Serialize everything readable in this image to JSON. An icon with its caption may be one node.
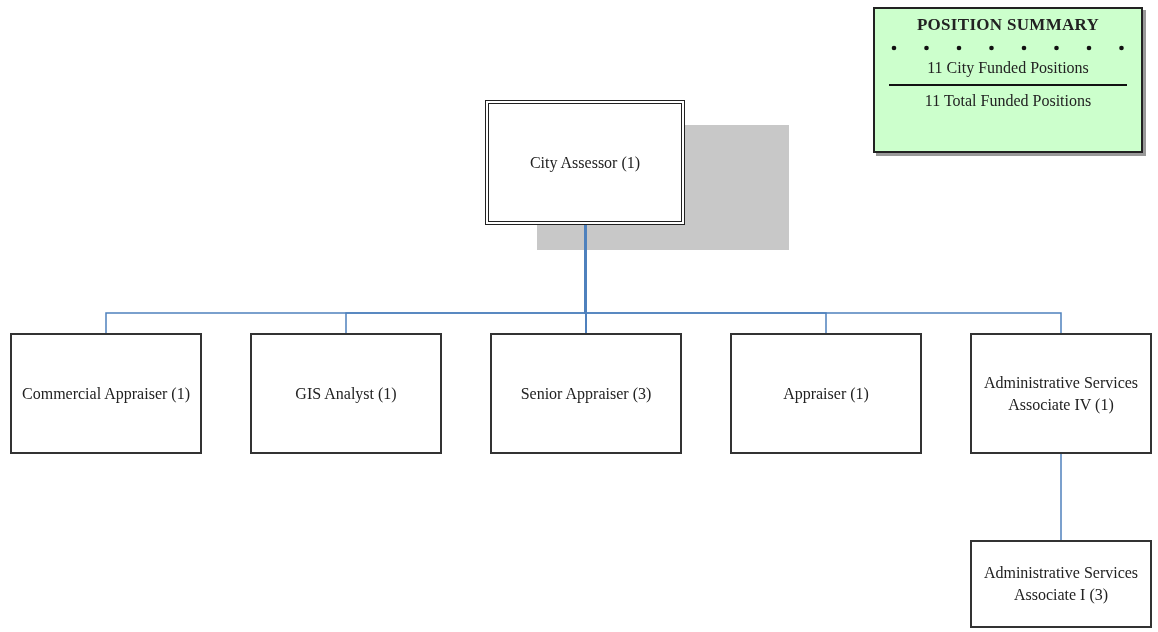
{
  "diagram": {
    "nodes": [
      {
        "text": [
          "POSITION SUMMARY",
          "11 City Funded Positions",
          "11 Total Funded Positions"
        ]
      },
      {
        "text": [
          "City Assessor (1)"
        ]
      },
      {
        "text": [
          "Commercial Appraiser (1)"
        ]
      },
      {
        "text": [
          "GIS Analyst (1)"
        ]
      },
      {
        "text": [
          "Senior Appraiser (3)"
        ]
      },
      {
        "text": [
          "Appraiser (1)"
        ]
      },
      {
        "text": [
          "Administrative Services Associate IV (1)"
        ]
      },
      {
        "text": [
          "Administrative Services Associate I (3)"
        ]
      }
    ],
    "edges": [
      {
        "from": 1,
        "to": 2,
        "arrow": "none"
      },
      {
        "from": 1,
        "to": 3,
        "arrow": "none"
      },
      {
        "from": 1,
        "to": 4,
        "arrow": "none"
      },
      {
        "from": 1,
        "to": 5,
        "arrow": "none"
      },
      {
        "from": 1,
        "to": 6,
        "arrow": "none"
      },
      {
        "from": 6,
        "to": 7,
        "arrow": "none"
      }
    ]
  }
}
